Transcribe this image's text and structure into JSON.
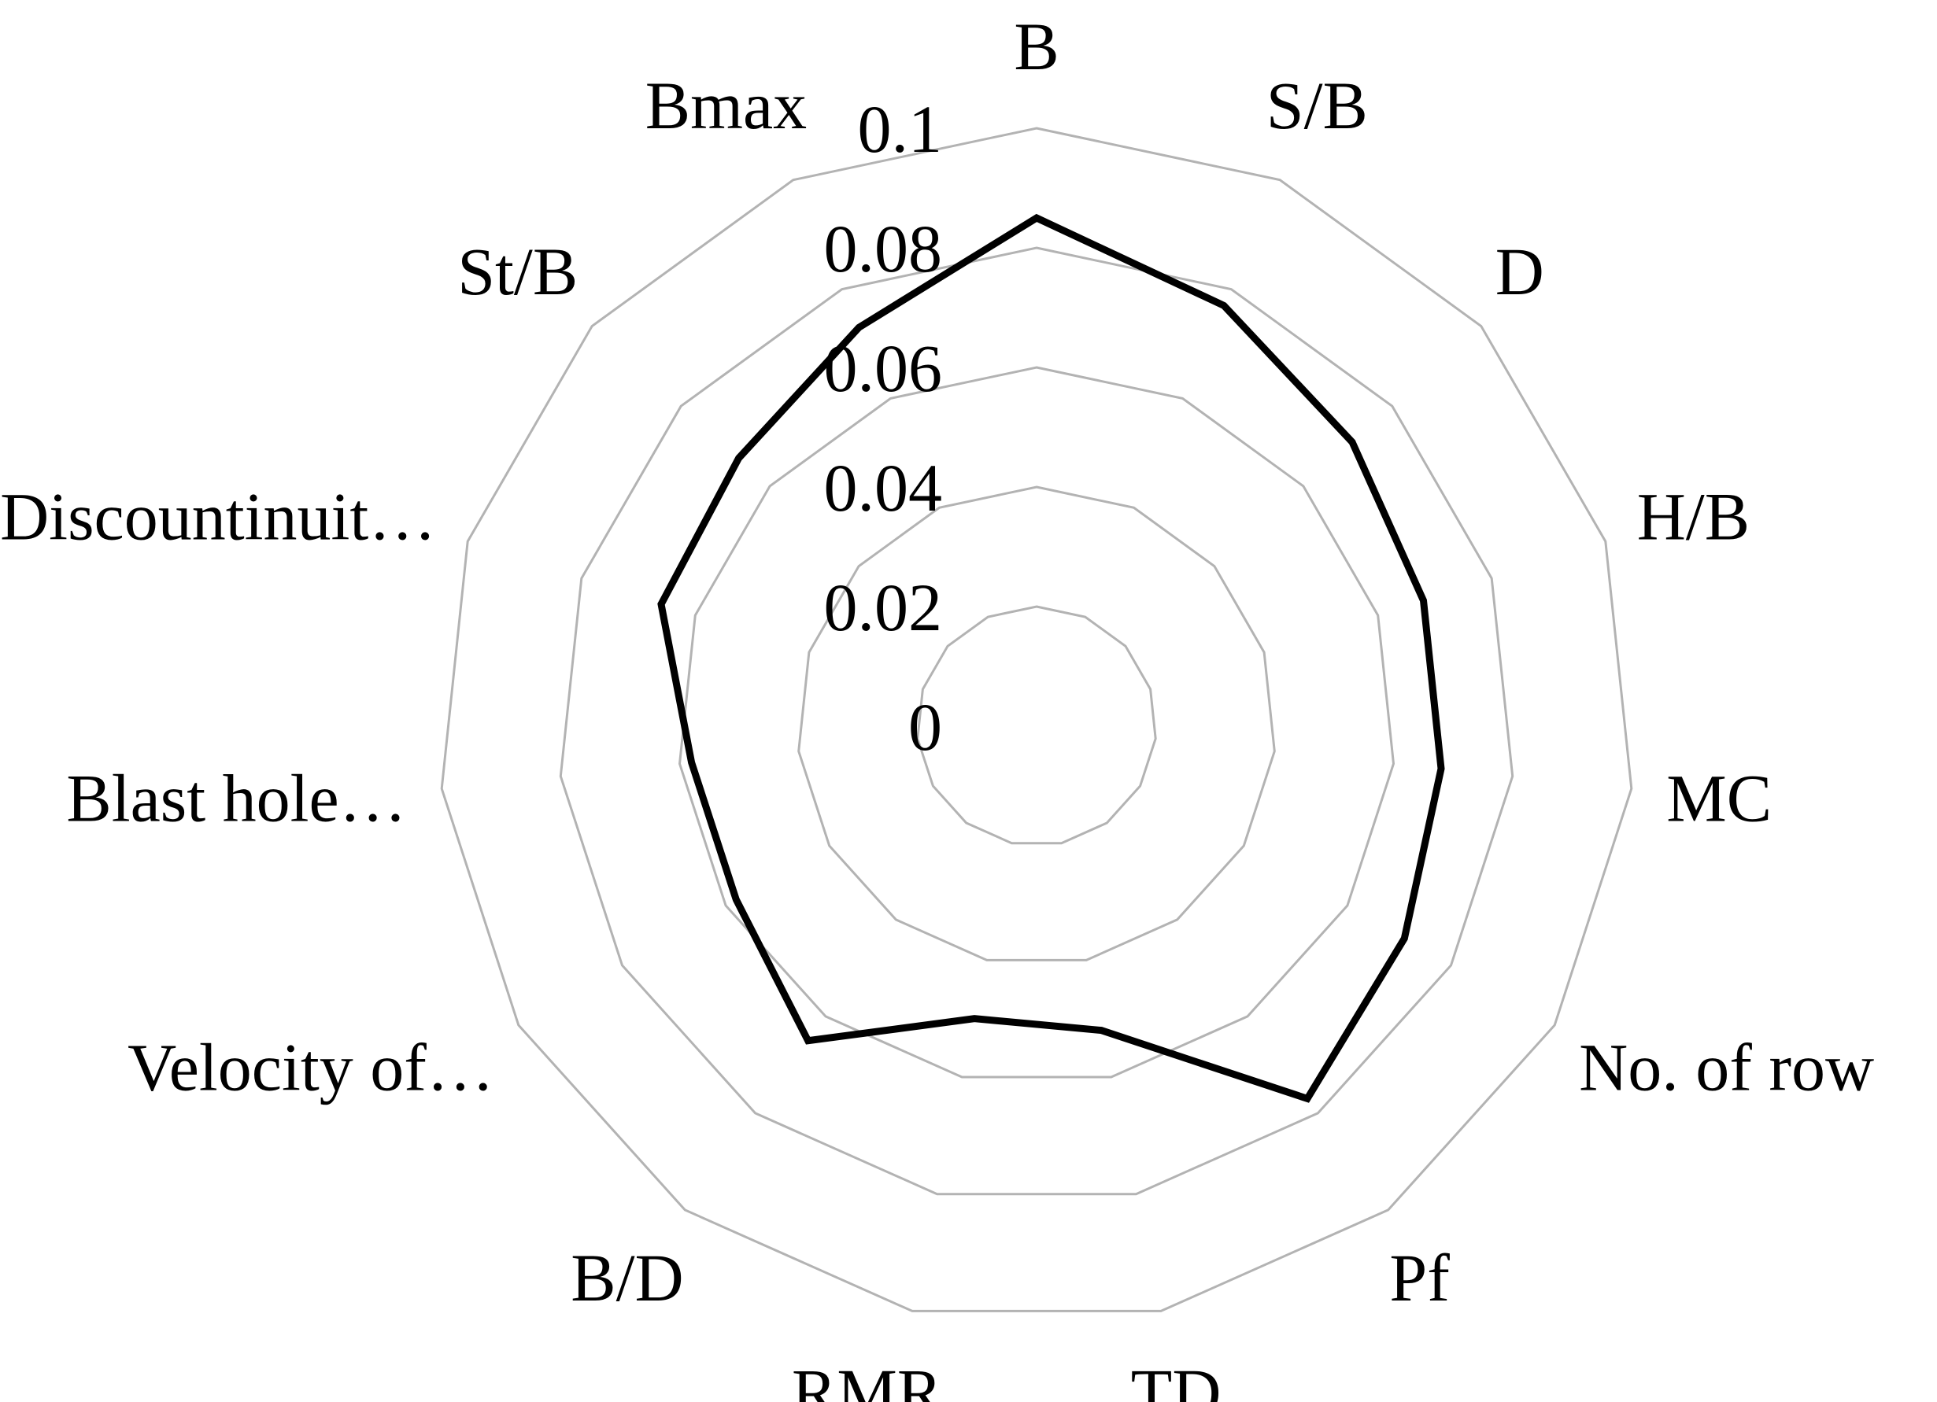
{
  "chart_data": {
    "type": "radar",
    "title": "",
    "categories": [
      "B",
      "S/B",
      "D",
      "H/B",
      "MC",
      "No. of row",
      "Pf",
      "TD",
      "RMR",
      "B/D",
      "Velocity of…",
      "Blast hole…",
      "Discountinuit…",
      "St/B",
      "Bmax"
    ],
    "series": [
      {
        "name": "",
        "values": [
          0.085,
          0.077,
          0.071,
          0.068,
          0.068,
          0.071,
          0.077,
          0.052,
          0.05,
          0.065,
          0.058,
          0.058,
          0.066,
          0.067,
          0.073
        ]
      }
    ],
    "rlim": [
      0,
      0.1
    ],
    "ticks": [
      0,
      0.02,
      0.04,
      0.06,
      0.08,
      0.1
    ],
    "tick_labels": [
      "0",
      "0.02",
      "0.04",
      "0.06",
      "0.08",
      "0.1"
    ],
    "grid": true,
    "legend": "none",
    "colors": {
      "series": "#000000",
      "grid": "#b3b3b3",
      "text": "#000000",
      "background": "#ffffff"
    }
  }
}
